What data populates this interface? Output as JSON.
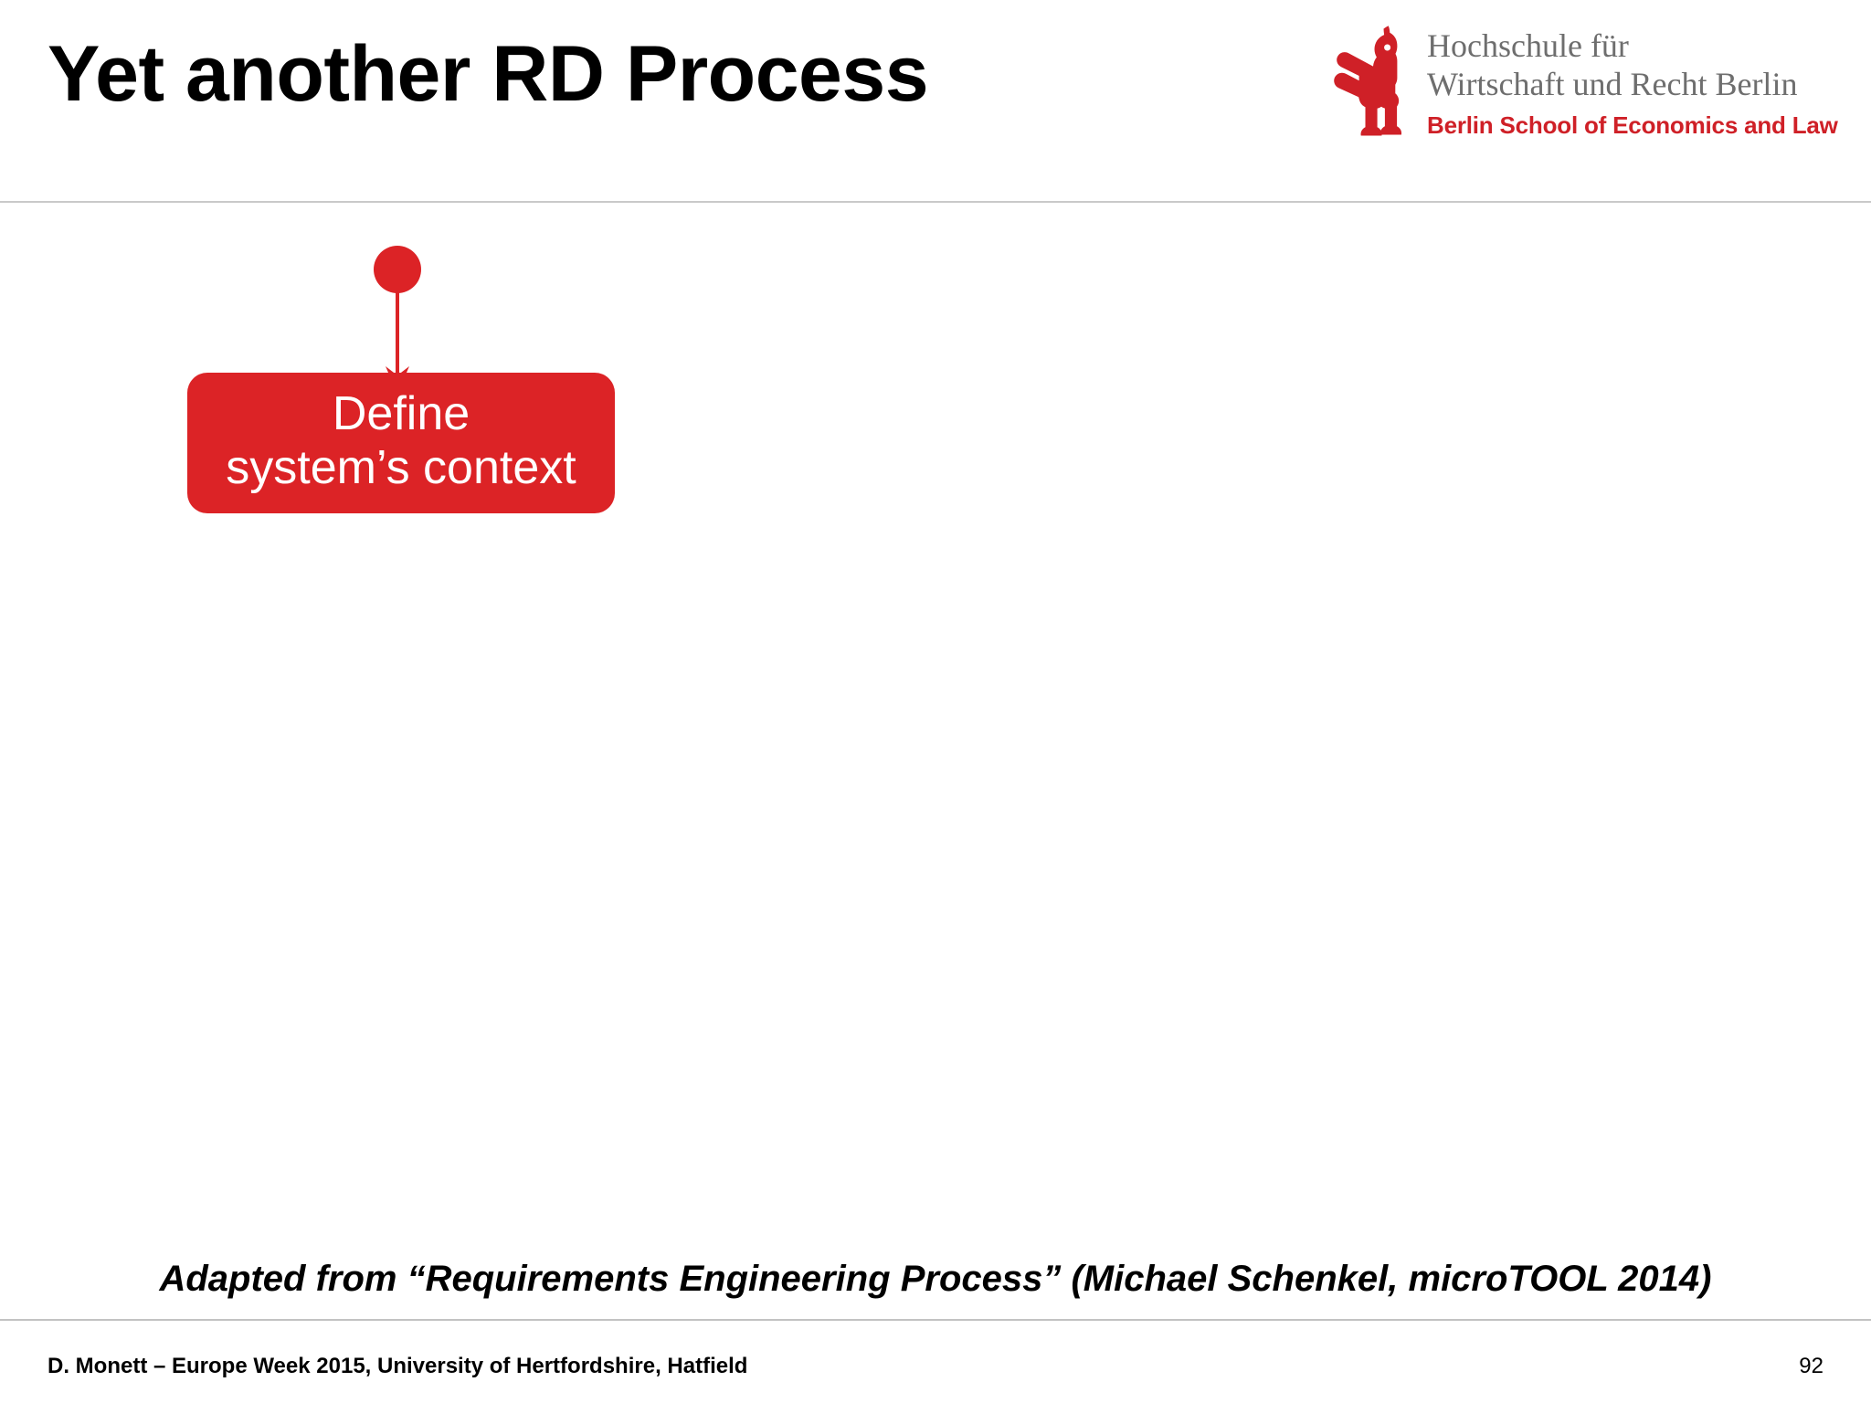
{
  "slide": {
    "title": "Yet another RD Process",
    "page_number": "92",
    "background_color": "#ffffff",
    "accent_color": "#dc2326",
    "rule_color": "#c9c9c9"
  },
  "logo": {
    "mark_name": "berlin-bear",
    "mark_color": "#cf2027",
    "line1": "Hochschule für",
    "line2": "Wirtschaft und Recht Berlin",
    "line3": "Berlin School of Economics and Law",
    "serif_color": "#6e6e6e",
    "tagline_color": "#cf2027"
  },
  "diagram": {
    "type": "flowchart",
    "start_node": {
      "name": "start-event",
      "shape": "circle",
      "color": "#dc2326"
    },
    "connector": {
      "name": "arrow-down",
      "color": "#dc2326",
      "direction": "down"
    },
    "nodes": [
      {
        "name": "define-system-context",
        "shape": "rounded-rectangle",
        "fill": "#dc2326",
        "text_color": "#ffffff",
        "line1": "Define",
        "line2": "system’s context"
      }
    ]
  },
  "caption": {
    "text": "Adapted from “Requirements Engineering Process” (Michael Schenkel, microTOOL 2014)"
  },
  "footer": {
    "left": "D. Monett – Europe Week 2015, University of Hertfordshire, Hatfield",
    "page": "92"
  }
}
